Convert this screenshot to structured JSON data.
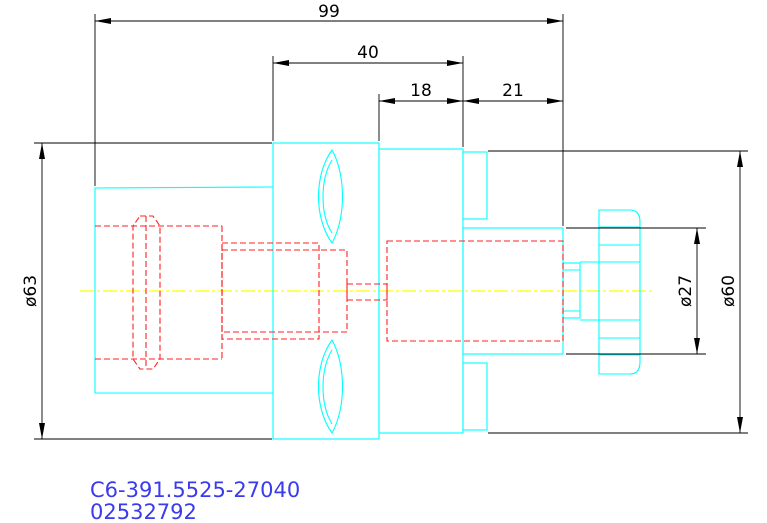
{
  "colors": {
    "outline": "#00ffff",
    "hidden": "#ff2020",
    "dimension": "#000000",
    "centerline": "#ffff00",
    "code_text": "#3a3aee",
    "background": "#ffffff"
  },
  "dimensions": {
    "overall_length": "99",
    "shank_length": "40",
    "flange_length": "18",
    "tail_length": "21",
    "flange_diameter": "ø63",
    "body_diameter": "ø60",
    "pilot_diameter": "ø27"
  },
  "part": {
    "code": "C6-391.5525-27040",
    "number": "02532792"
  }
}
